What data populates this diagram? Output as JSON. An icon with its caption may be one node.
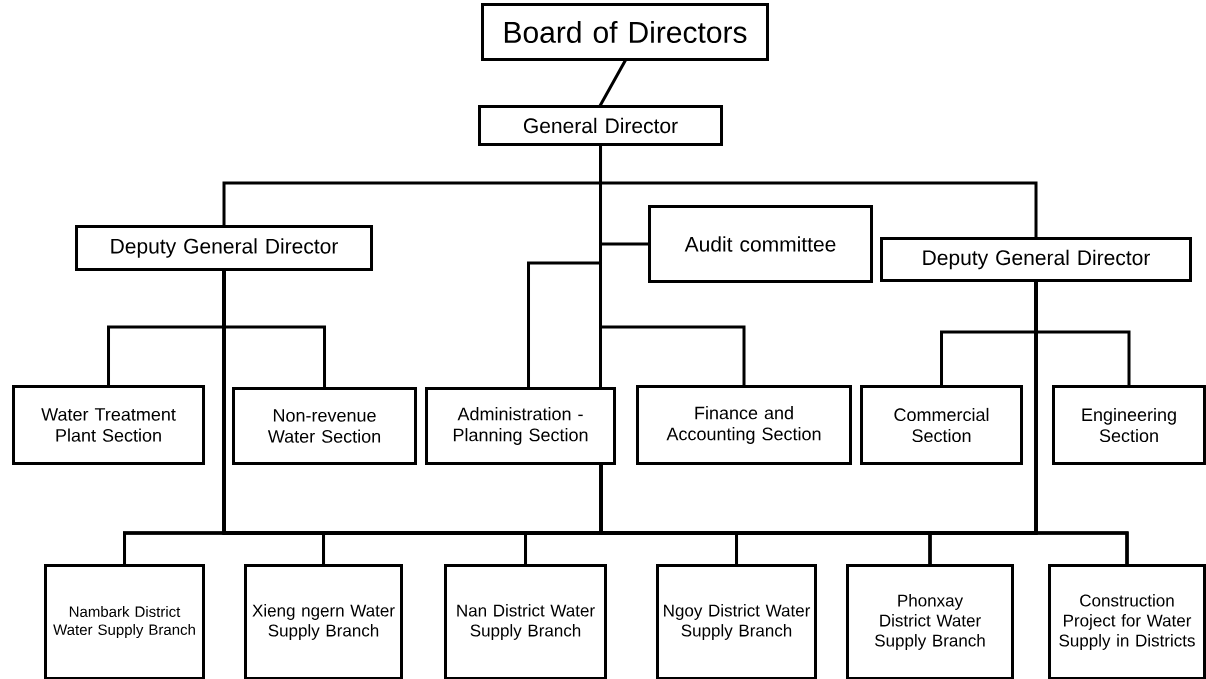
{
  "diagram": {
    "nodes": [
      {
        "text": [
          "Board of Directors"
        ]
      },
      {
        "text": [
          "General Director"
        ]
      },
      {
        "text": [
          "Deputy General Director"
        ]
      },
      {
        "text": [
          "Audit committee"
        ]
      },
      {
        "text": [
          "Deputy General Director"
        ]
      },
      {
        "text": [
          "Water Treatment Plant Section"
        ]
      },
      {
        "text": [
          "Non-revenue Water Section"
        ]
      },
      {
        "text": [
          "Administration - Planning Section"
        ]
      },
      {
        "text": [
          "Finance and Accounting Section"
        ]
      },
      {
        "text": [
          "Commercial Section"
        ]
      },
      {
        "text": [
          "Engineering Section"
        ]
      },
      {
        "text": [
          "Nambark District Water Supply Branch"
        ]
      },
      {
        "text": [
          "Xieng ngern Water Supply Branch"
        ]
      },
      {
        "text": [
          "Nan District Water Supply Branch"
        ]
      },
      {
        "text": [
          "Ngoy District Water Supply Branch"
        ]
      },
      {
        "text": [
          "Phonxay District Water Supply Branch"
        ]
      },
      {
        "text": [
          "Construction Project for Water Supply in Districts"
        ]
      }
    ],
    "edges": [
      {
        "from": 0,
        "to": 1,
        "arrow": "none"
      },
      {
        "from": 1,
        "to": 2,
        "arrow": "none"
      },
      {
        "from": 1,
        "to": 3,
        "arrow": "none"
      },
      {
        "from": 1,
        "to": 4,
        "arrow": "none"
      },
      {
        "from": 1,
        "to": 7,
        "arrow": "none"
      },
      {
        "from": 1,
        "to": 8,
        "arrow": "none"
      },
      {
        "from": 2,
        "to": 5,
        "arrow": "none"
      },
      {
        "from": 2,
        "to": 6,
        "arrow": "none"
      },
      {
        "from": 4,
        "to": 9,
        "arrow": "none"
      },
      {
        "from": 4,
        "to": 10,
        "arrow": "none"
      },
      {
        "from": 2,
        "to": 11,
        "arrow": "none"
      },
      {
        "from": 2,
        "to": 12,
        "arrow": "none"
      },
      {
        "from": 2,
        "to": 13,
        "arrow": "none"
      },
      {
        "from": 2,
        "to": 14,
        "arrow": "none"
      },
      {
        "from": 2,
        "to": 15,
        "arrow": "none"
      },
      {
        "from": 2,
        "to": 16,
        "arrow": "none"
      },
      {
        "from": 7,
        "to": 11,
        "arrow": "none"
      },
      {
        "from": 7,
        "to": 12,
        "arrow": "none"
      },
      {
        "from": 7,
        "to": 13,
        "arrow": "none"
      },
      {
        "from": 7,
        "to": 14,
        "arrow": "none"
      },
      {
        "from": 7,
        "to": 15,
        "arrow": "none"
      },
      {
        "from": 7,
        "to": 16,
        "arrow": "none"
      },
      {
        "from": 4,
        "to": 11,
        "arrow": "none"
      },
      {
        "from": 4,
        "to": 12,
        "arrow": "none"
      },
      {
        "from": 4,
        "to": 13,
        "arrow": "none"
      },
      {
        "from": 4,
        "to": 14,
        "arrow": "none"
      },
      {
        "from": 4,
        "to": 15,
        "arrow": "none"
      },
      {
        "from": 4,
        "to": 16,
        "arrow": "none"
      }
    ]
  }
}
